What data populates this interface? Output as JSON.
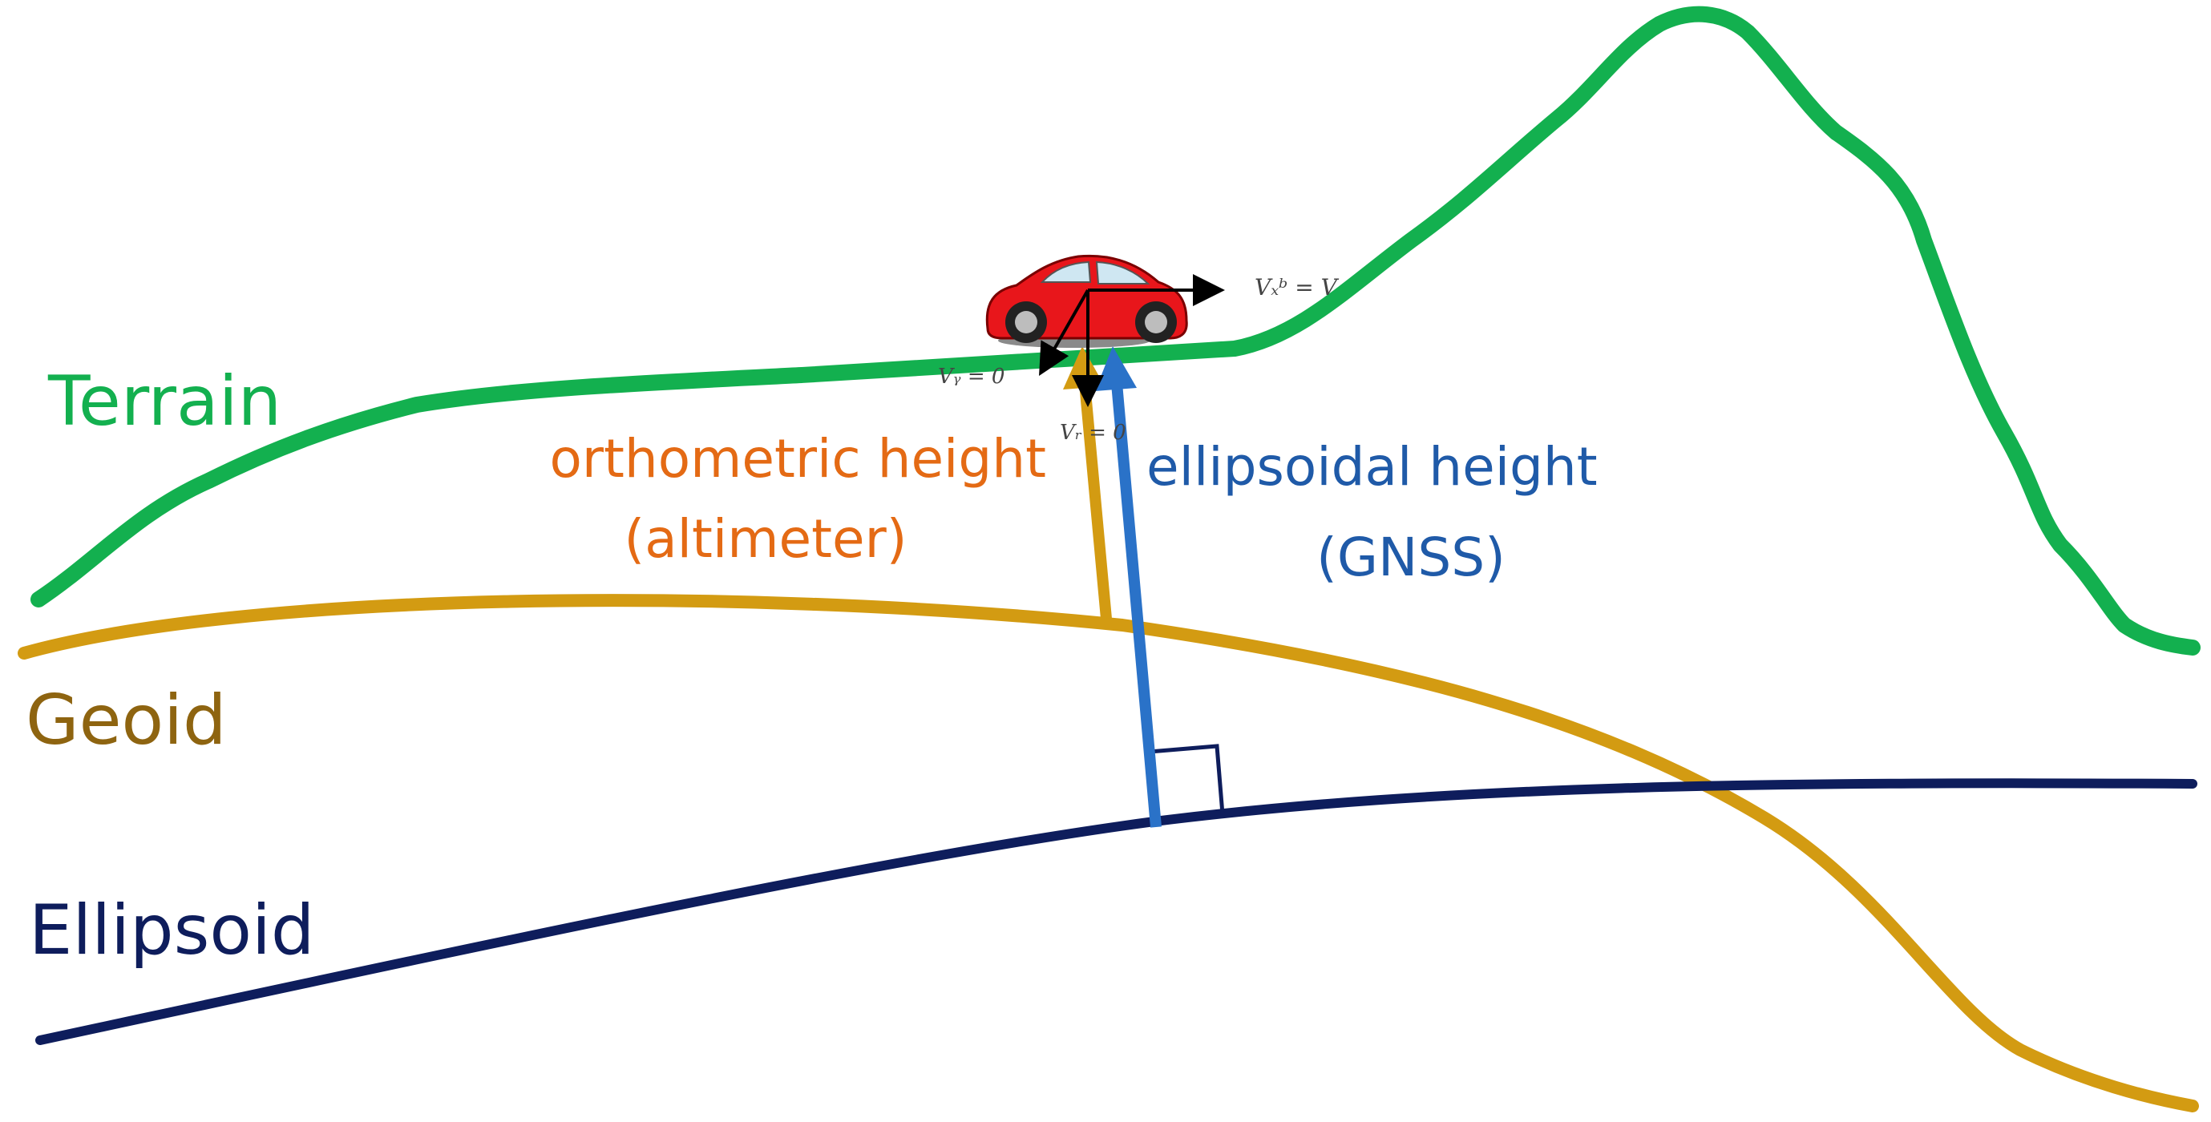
{
  "labels": {
    "terrain": "Terrain",
    "geoid": "Geoid",
    "ellipsoid": "Ellipsoid",
    "orthometric_line1": "orthometric height",
    "orthometric_line2": "(altimeter)",
    "ellipsoidal_line1": "ellipsoidal height",
    "ellipsoidal_line2": "(GNSS)"
  },
  "vehicle_axes": {
    "vx": "Vₓᵇ = V",
    "vy": "Vᵧ = 0",
    "vz": "Vᵣ = 0"
  },
  "colors": {
    "terrain": "#13b04f",
    "geoid": "#d39b12",
    "ellipsoid": "#0e1d5c",
    "orthometric_text": "#e46a14",
    "ellipsoidal_arrow": "#2a72c8",
    "ellipsoidal_text": "#1f5aa8",
    "geoid_text": "#8e6410",
    "car_body": "#e8161b",
    "axes": "#000000"
  },
  "icons": {
    "vehicle": "red-car-icon"
  }
}
